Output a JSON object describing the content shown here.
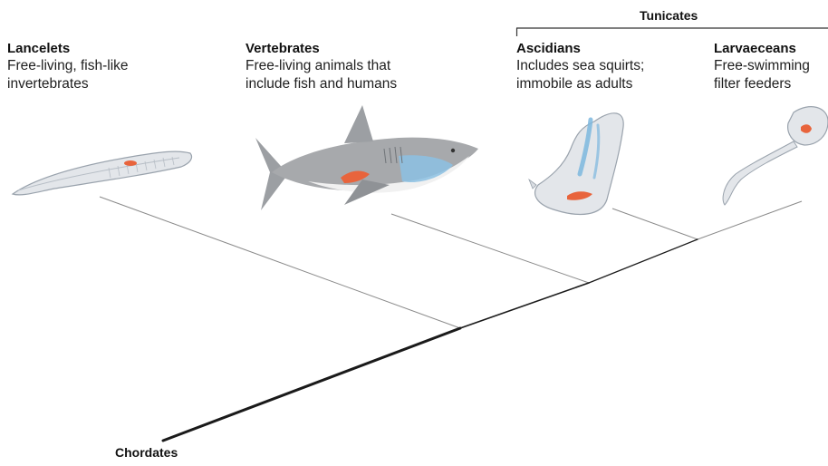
{
  "root": {
    "label": "Chordates"
  },
  "group": {
    "label": "Tunicates"
  },
  "taxa": [
    {
      "name": "Lancelets",
      "description_lines": [
        "Free-living, fish-like",
        "invertebrates"
      ],
      "illustration": "lancelet-illustration"
    },
    {
      "name": "Vertebrates",
      "description_lines": [
        "Free-living animals that",
        "include fish and humans"
      ],
      "illustration": "shark-illustration"
    },
    {
      "name": "Ascidians",
      "description_lines": [
        "Includes sea squirts;",
        "immobile as adults"
      ],
      "illustration": "sea-squirt-illustration"
    },
    {
      "name": "Larvaeceans",
      "description_lines": [
        "Free-swimming",
        "filter feeders"
      ],
      "illustration": "larvacean-illustration"
    }
  ],
  "colors": {
    "branch": "#1a1a1a",
    "highlight_organ": "#e8643c",
    "shark_body": "#a7a9ac",
    "shark_belly": "#f1f1f1",
    "shark_gills": "#8cc1e3",
    "translucent_body": "#e3e6ea",
    "translucent_stroke": "#9aa3ad",
    "blue_structure": "#7cb7de"
  }
}
